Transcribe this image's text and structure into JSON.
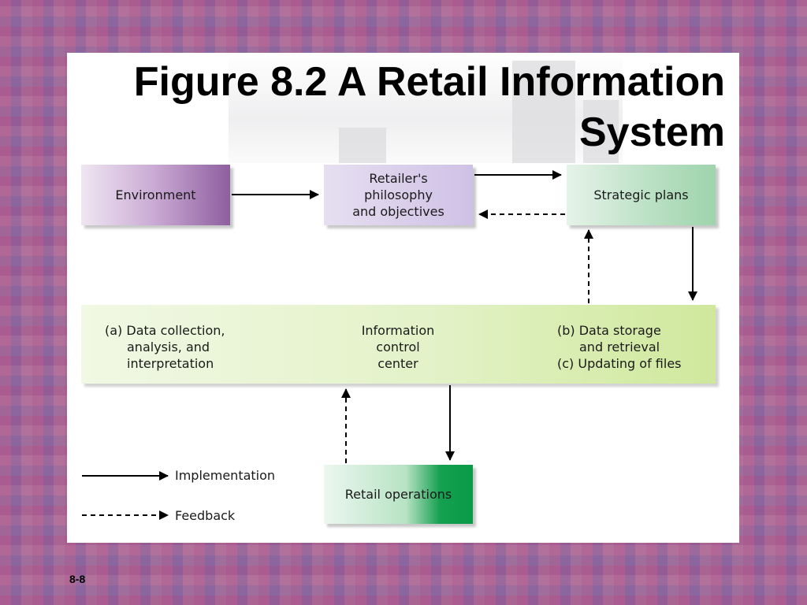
{
  "slide": {
    "title": "Figure 8.2 A Retail Information System",
    "page_number": "8-8"
  },
  "diagram": {
    "nodes": {
      "environment": "Environment",
      "philosophy": [
        "Retailer's",
        "philosophy",
        "and objectives"
      ],
      "strategic_plans": "Strategic plans",
      "retail_operations": "Retail operations"
    },
    "info_band": {
      "left": [
        "(a) Data collection,",
        "analysis, and",
        "interpretation"
      ],
      "center": [
        "Information",
        "control",
        "center"
      ],
      "right": [
        "(b) Data storage",
        "and retrieval",
        "(c) Updating of files"
      ]
    },
    "edges": [
      {
        "from": "environment",
        "to": "philosophy",
        "type": "implementation"
      },
      {
        "from": "philosophy",
        "to": "strategic_plans",
        "type": "implementation"
      },
      {
        "from": "strategic_plans",
        "to": "philosophy",
        "type": "feedback"
      },
      {
        "from": "strategic_plans",
        "to": "info_band",
        "type": "implementation"
      },
      {
        "from": "info_band",
        "to": "strategic_plans",
        "type": "feedback"
      },
      {
        "from": "info_band",
        "to": "retail_operations",
        "type": "implementation"
      },
      {
        "from": "retail_operations",
        "to": "info_band",
        "type": "feedback"
      }
    ],
    "legend": {
      "implementation": "Implementation",
      "feedback": "Feedback"
    }
  },
  "colors": {
    "environment": "#8e5f9f",
    "philosophy": "#cfc1e6",
    "strategic_plans": "#9fd4ad",
    "info_band": "#cfe89c",
    "retail_operations": "#0a9a48"
  }
}
